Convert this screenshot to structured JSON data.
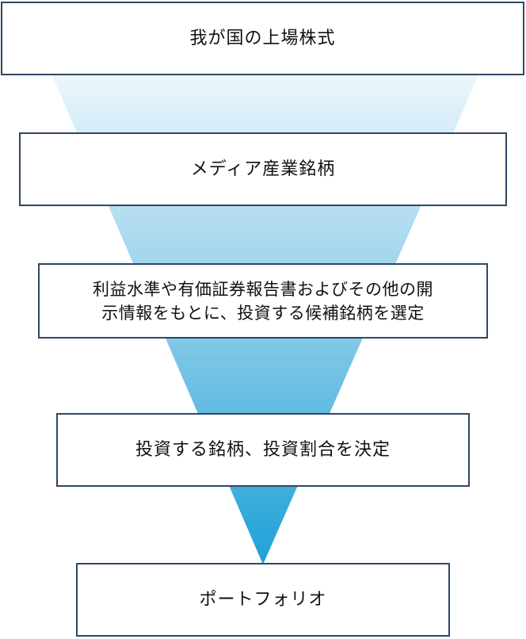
{
  "diagram": {
    "funnel_colors": {
      "top": "#f2fafd",
      "middle": "#8fcde9",
      "bottom": "#1ea1d8",
      "border": "#2f4764"
    },
    "steps": [
      {
        "lines": [
          "我が国の上場株式"
        ]
      },
      {
        "lines": [
          "メディア産業銘柄"
        ]
      },
      {
        "lines": [
          "利益水準や有価証券報告書およびその他の開",
          "示情報をもとに、投資する候補銘柄を選定"
        ]
      },
      {
        "lines": [
          "投資する銘柄、投資割合を決定"
        ]
      },
      {
        "lines": [
          "ポートフォリオ"
        ]
      }
    ]
  }
}
